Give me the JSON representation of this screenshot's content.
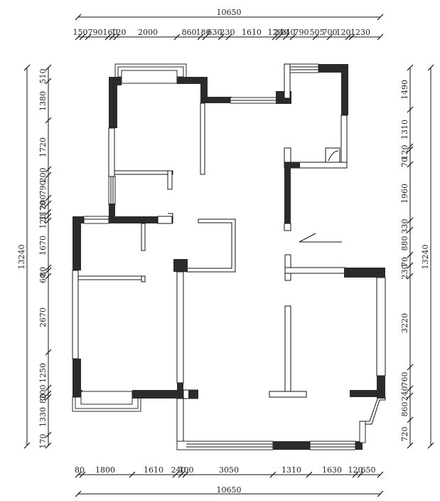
{
  "dimensions": {
    "total_width_top": "10650",
    "total_width_bottom": "10650",
    "total_height_left": "13240",
    "total_height_right": "13240",
    "top_segments": [
      "150",
      "790",
      "160",
      "120",
      "2000",
      "860",
      "180",
      "630",
      "230",
      "1610",
      "120",
      "240",
      "240",
      "790",
      "505",
      "700",
      "120",
      "1230"
    ],
    "bottom_segments": [
      "80",
      "1800",
      "1610",
      "240",
      "100",
      "3050",
      "1310",
      "1630",
      "120",
      "650"
    ],
    "left_segments": [
      "510",
      "1380",
      "1720",
      "200",
      "790",
      "200",
      "1170",
      "120",
      "1670",
      "80",
      "60",
      "2670",
      "1250",
      "200",
      "80",
      "1330",
      "170"
    ],
    "right_segments": [
      "1490",
      "1310",
      "120",
      "70",
      "1960",
      "330",
      "880",
      "70",
      "230",
      "3220",
      "760",
      "240",
      "860",
      "720"
    ]
  },
  "colors": {
    "wall": "#2b2b2b",
    "line": "#111111",
    "background": "#ffffff"
  }
}
